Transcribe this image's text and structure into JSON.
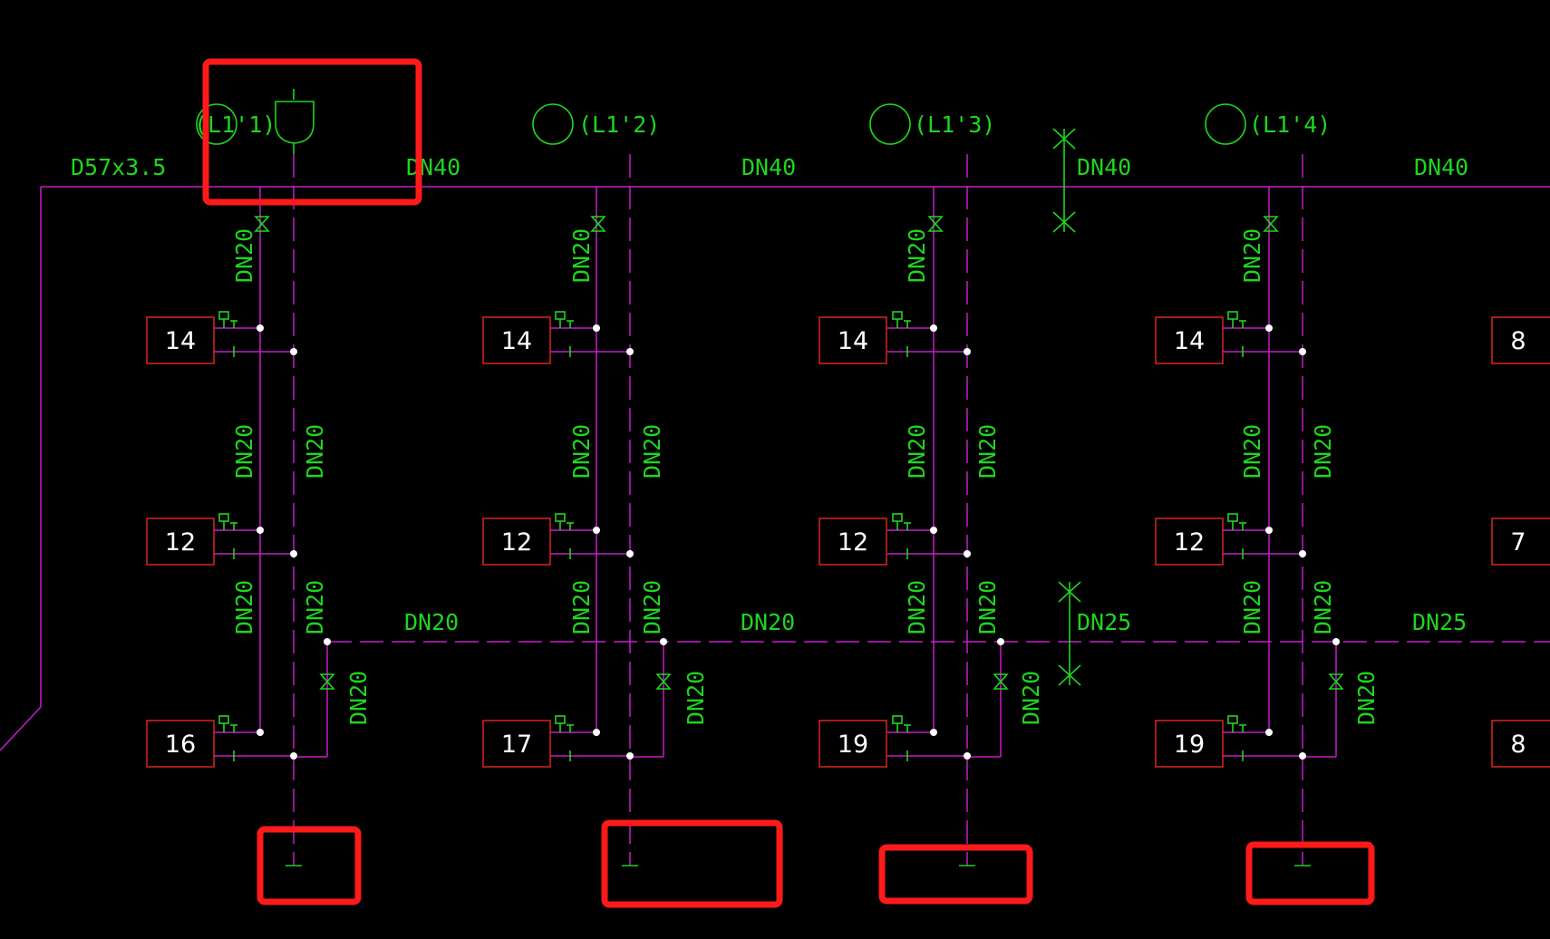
{
  "main_pipe": {
    "size_label": "D57x3.5",
    "segment_labels": [
      "DN40",
      "DN40",
      "DN40",
      "DN40"
    ]
  },
  "bottom_pipe": {
    "segment_labels": [
      "DN20",
      "DN20",
      "DN25",
      "DN25"
    ]
  },
  "risers": [
    {
      "tag": "(L1'1)",
      "loads": [
        "14",
        "12",
        "16"
      ]
    },
    {
      "tag": "(L1'2)",
      "loads": [
        "14",
        "12",
        "17"
      ]
    },
    {
      "tag": "(L1'3)",
      "loads": [
        "14",
        "12",
        "19"
      ]
    },
    {
      "tag": "(L1'4)",
      "loads": [
        "14",
        "12",
        "19"
      ]
    }
  ],
  "riser_label": "DN20",
  "partial_loads": [
    "8",
    "7",
    "8"
  ],
  "colors": {
    "background": "#000000",
    "text": "#1ed61e",
    "pipe": "#c21ec8",
    "box": "#d9261c",
    "highlight": "#ff1a1a"
  }
}
